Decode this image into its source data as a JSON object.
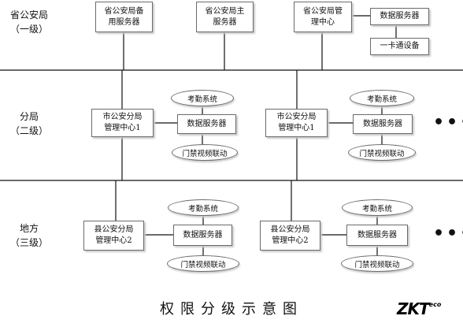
{
  "levels": {
    "province": "省公安局\n（一级）",
    "branch": "分局\n（二级）",
    "local": "地方\n（三级）"
  },
  "province": {
    "backup_server": "省公安局备\n用服务器",
    "main_server": "省公安局主\n服务器",
    "mgmt_center": "省公安局管\n理中心",
    "data_server": "数据服务器",
    "card_device": "一卡通设备"
  },
  "branch_units": [
    {
      "center": "市公安分局\n管理中心1",
      "attendance": "考勤系统",
      "data_server": "数据服务器",
      "access": "门禁视频联动"
    },
    {
      "center": "市公安分局\n管理中心1",
      "attendance": "考勤系统",
      "data_server": "数据服务器",
      "access": "门禁视频联动"
    }
  ],
  "local_units": [
    {
      "center": "县公安分局\n管理中心2",
      "attendance": "考勤系统",
      "data_server": "数据服务器",
      "access": "门禁视频联动"
    },
    {
      "center": "县公安分局\n管理中心2",
      "attendance": "考勤系统",
      "data_server": "数据服务器",
      "access": "门禁视频联动"
    }
  ],
  "more": "•••",
  "caption": "权限分级示意图",
  "logo": {
    "main": "ZKT",
    "sup": "eco"
  }
}
